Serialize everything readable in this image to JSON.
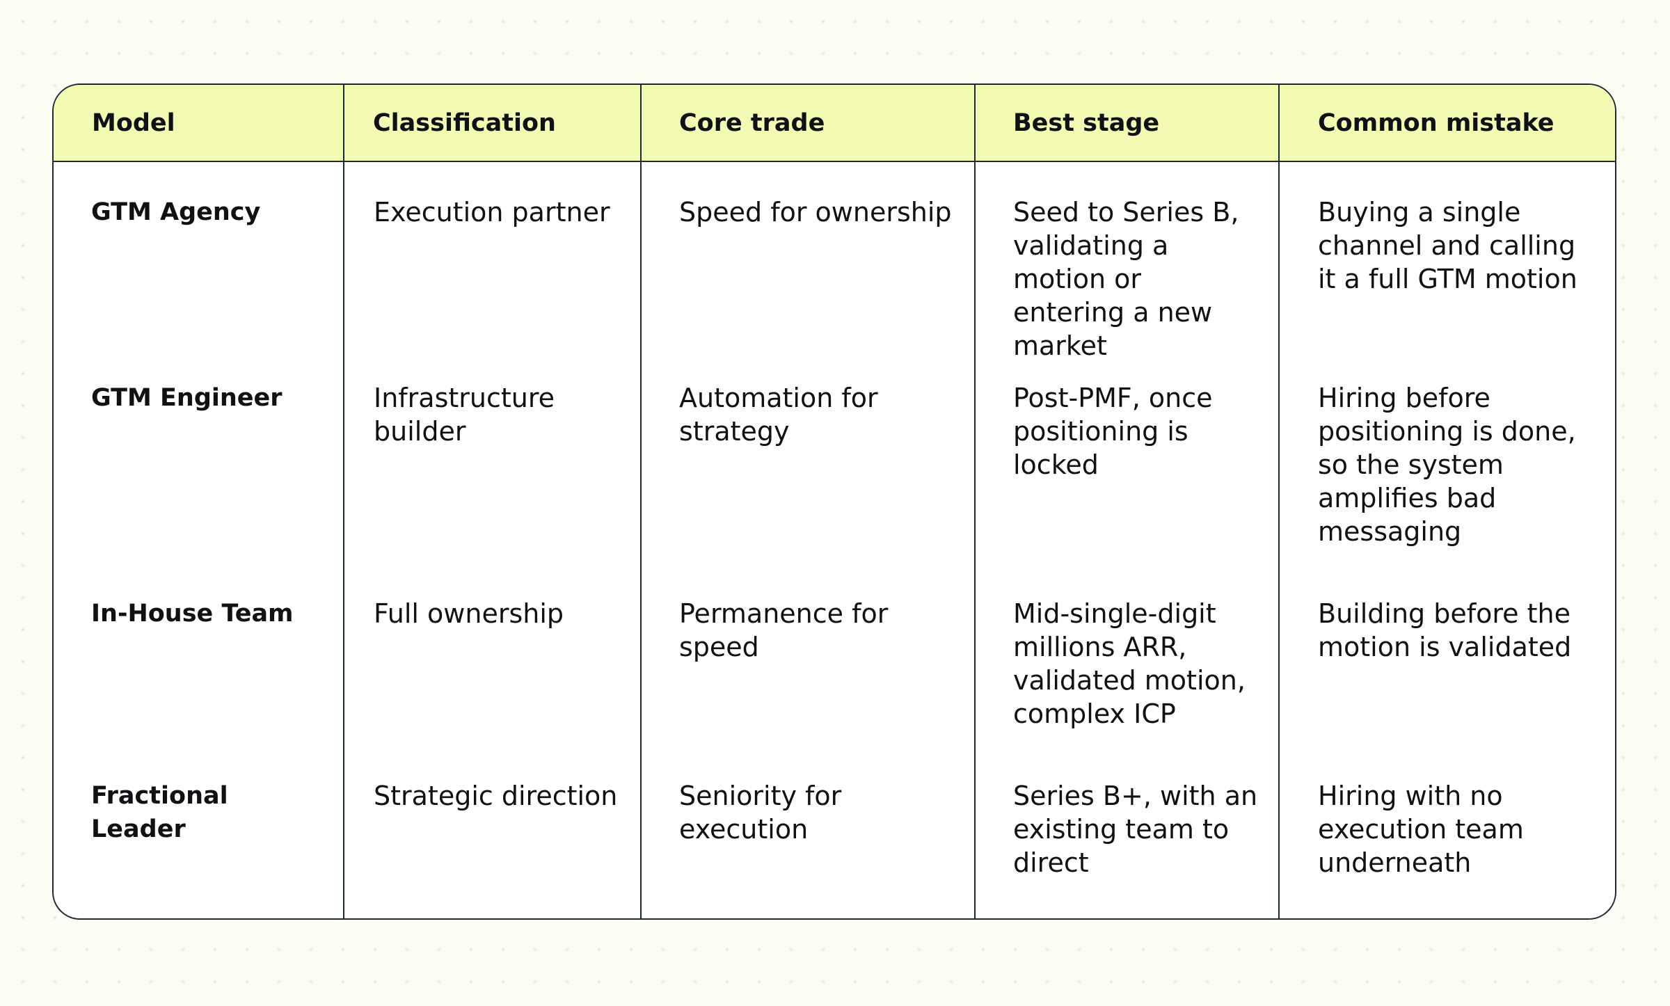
{
  "table": {
    "headers": [
      "Model",
      "Classification",
      "Core trade",
      "Best stage",
      "Common mistake"
    ],
    "rows": [
      {
        "model": "GTM Agency",
        "classification": "Execution partner",
        "core_trade": "Speed for ownership",
        "best_stage": "Seed to Series B, validating a motion or entering a new market",
        "common_mistake": "Buying a single channel and calling it a full GTM motion"
      },
      {
        "model": "GTM Engineer",
        "classification": "Infrastructure builder",
        "core_trade": "Automation for strategy",
        "best_stage": "Post-PMF, once positioning is locked",
        "common_mistake": "Hiring before positioning is done, so the system amplifies bad messaging"
      },
      {
        "model": "In-House Team",
        "classification": "Full ownership",
        "core_trade": "Permanence for speed",
        "best_stage": "Mid-single-digit millions ARR, validated motion, complex ICP",
        "common_mistake": "Building before the motion is validated"
      },
      {
        "model": "Fractional Leader",
        "classification": "Strategic direction",
        "core_trade": "Seniority for execution",
        "best_stage": "Series B+, with an existing team to direct",
        "common_mistake": "Hiring with no execution team underneath"
      }
    ]
  },
  "colors": {
    "header_background": "#f3fab4",
    "border": "#1b2a33",
    "page_background": "#fbfcf3"
  }
}
